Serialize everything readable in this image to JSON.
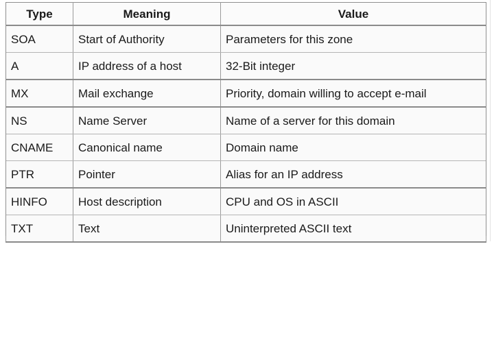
{
  "table": {
    "caption": "",
    "columns": [
      {
        "key": "type",
        "label": "Type",
        "align": "center"
      },
      {
        "key": "meaning",
        "label": "Meaning",
        "align": "center"
      },
      {
        "key": "value",
        "label": "Value",
        "align": "center"
      }
    ],
    "rows": [
      {
        "type": "SOA",
        "meaning": "Start of Authority",
        "value": "Parameters for this zone"
      },
      {
        "type": "A",
        "meaning": "IP address of a host",
        "value": "32-Bit integer"
      },
      {
        "type": "MX",
        "meaning": "Mail exchange",
        "value": "Priority, domain willing to accept e-mail"
      },
      {
        "type": "NS",
        "meaning": "Name Server",
        "value": "Name of a server for this domain"
      },
      {
        "type": "CNAME",
        "meaning": "Canonical name",
        "value": "Domain name"
      },
      {
        "type": "PTR",
        "meaning": "Pointer",
        "value": "Alias for an IP address"
      },
      {
        "type": "HINFO",
        "meaning": "Host description",
        "value": "CPU and OS in ASCII"
      },
      {
        "type": "TXT",
        "meaning": "Text",
        "value": "Uninterpreted ASCII text"
      }
    ]
  },
  "colors": {
    "page_background": "#ffffff",
    "cell_background": "#fafafa",
    "text": "#1a1a1a",
    "rule_light": "#b4b4b4",
    "rule_strong": "#8a8a8a",
    "column_divider": "#9a9a9a"
  }
}
